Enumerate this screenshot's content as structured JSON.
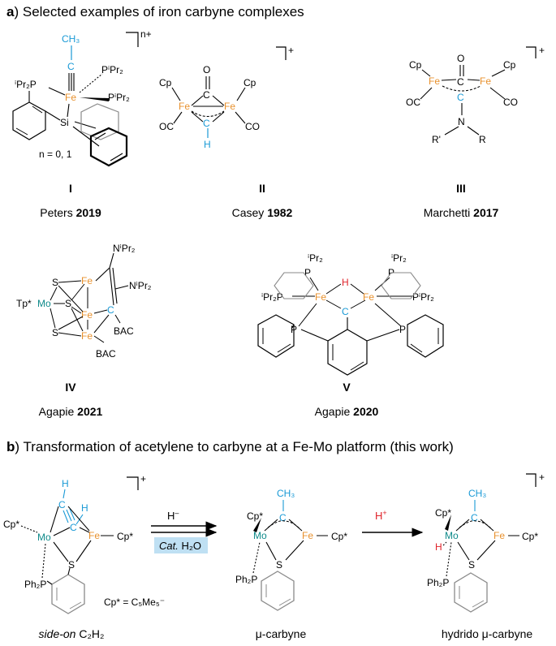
{
  "colors": {
    "fe": "#e8912d",
    "carbon": "#1a9ad6",
    "mo": "#0f8a8a",
    "hydrogen": "#e0242b",
    "highlight": "#bfe0f3"
  },
  "part_a": {
    "letter": "a",
    "title": ") Selected examples of iron carbyne complexes",
    "compounds": [
      {
        "numeral": "I",
        "author": "Peters ",
        "year": "2019",
        "note": "n = 0, 1",
        "charge": "n+"
      },
      {
        "numeral": "II",
        "author": "Casey ",
        "year": "1982",
        "charge": "+"
      },
      {
        "numeral": "III",
        "author": "Marchetti ",
        "year": "2017",
        "charge": "+"
      },
      {
        "numeral": "IV",
        "author": "Agapie ",
        "year": "2021"
      },
      {
        "numeral": "V",
        "author": "Agapie ",
        "year": "2020"
      }
    ]
  },
  "part_b": {
    "letter": "b",
    "title": ") Transformation of acetylene to carbyne  at a Fe-Mo platform (this work)",
    "reagent_top": "H",
    "reagent_top_sup": "–",
    "reagent_bottom_italic": "Cat.",
    "reagent_bottom": " H₂O",
    "reagent_2": "H",
    "reagent_2_sup": "+",
    "cp_def": "Cp* = C₅Me₅⁻",
    "charge": "+",
    "labels": {
      "start_italic": "side-on",
      "start": " C₂H₂",
      "middle": "μ-carbyne",
      "end": "hydrido μ-carbyne"
    }
  },
  "atoms": {
    "fe": "Fe",
    "mo": "Mo",
    "c": "C",
    "h": "H",
    "o": "O",
    "n": "N",
    "s": "S",
    "si": "Si",
    "p": "P",
    "cp": "Cp",
    "cpstar": "Cp*",
    "oc": "OC",
    "co": "CO",
    "ch3": "CH₃",
    "r": "R",
    "rprime": "R'",
    "ipr2p": "ⁱPr₂P",
    "pipr2": "PⁱPr₂",
    "nipr2": "NⁱPr₂",
    "ipr2": "ⁱPr₂",
    "tpstar": "Tp*",
    "bac": "BAC",
    "ph2p": "Ph₂P",
    "p_ipr2": "PⁱPr₂"
  }
}
